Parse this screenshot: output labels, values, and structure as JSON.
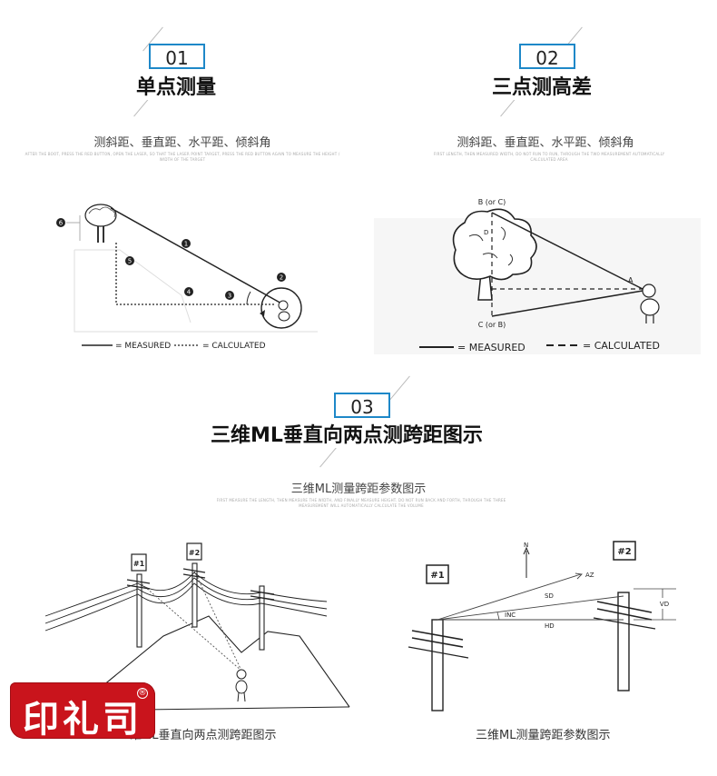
{
  "sections": [
    {
      "number": "01",
      "title": "单点测量",
      "subtitle": "测斜距、垂直距、水平距、倾斜角",
      "fine_print": "AFTER THE BOOT, PRESS THE RED BUTTON, OPEN THE LASER, SO THAT THE LASER POINT TARGET, PRESS THE RED BUTTON AGAIN TO MEASURE THE HEIGHT / WIDTH OF THE TARGET"
    },
    {
      "number": "02",
      "title": "三点测高差",
      "subtitle": "测斜距、垂直距、水平距、倾斜角",
      "fine_print": "FIRST LENGTH, THEN MEASURED WIDTH, DO NOT RUN TO RUN, THROUGH THE TWO MEASUREMENT AUTOMATICALLY CALCULATED AREA"
    },
    {
      "number": "03",
      "title": "三维ML垂直向两点测跨距图示",
      "subtitle": "三维ML测量跨距参数图示",
      "fine_print": "FIRST MEASURE THE LENGTH, THEN MEASURE THE WIDTH, AND FINALLY MEASURE HEIGHT. DO NOT RUN BACK AND FORTH, THROUGH THE THREE MEASUREMENT WILL AUTOMATICALLY CALCULATE THE VOLUME"
    }
  ],
  "diagram1": {
    "markers": [
      "1",
      "2",
      "3",
      "4",
      "5",
      "6"
    ],
    "legend_measured": "= MEASURED",
    "legend_calculated": "= CALCULATED"
  },
  "diagram2": {
    "label_top": "B (or C)",
    "label_d": "D",
    "label_a": "A",
    "label_bottom": "C (or B)",
    "legend_measured": "= MEASURED",
    "legend_calculated": "= CALCULATED"
  },
  "diagram3": {
    "pole_tags": [
      "#1",
      "#2"
    ],
    "caption": "三维ML垂直向两点测跨距图示"
  },
  "diagram4": {
    "pole_tags": [
      "#1",
      "#2"
    ],
    "labels": {
      "north": "N",
      "az": "AZ",
      "sd": "SD",
      "inc": "INC",
      "hd": "HD",
      "vd": "VD"
    },
    "caption": "三维ML测量跨距参数图示"
  },
  "seal": {
    "text": "印礼司",
    "mark": "®",
    "color": "#c9141c"
  },
  "colors": {
    "badge_border": "#1e88c8"
  }
}
